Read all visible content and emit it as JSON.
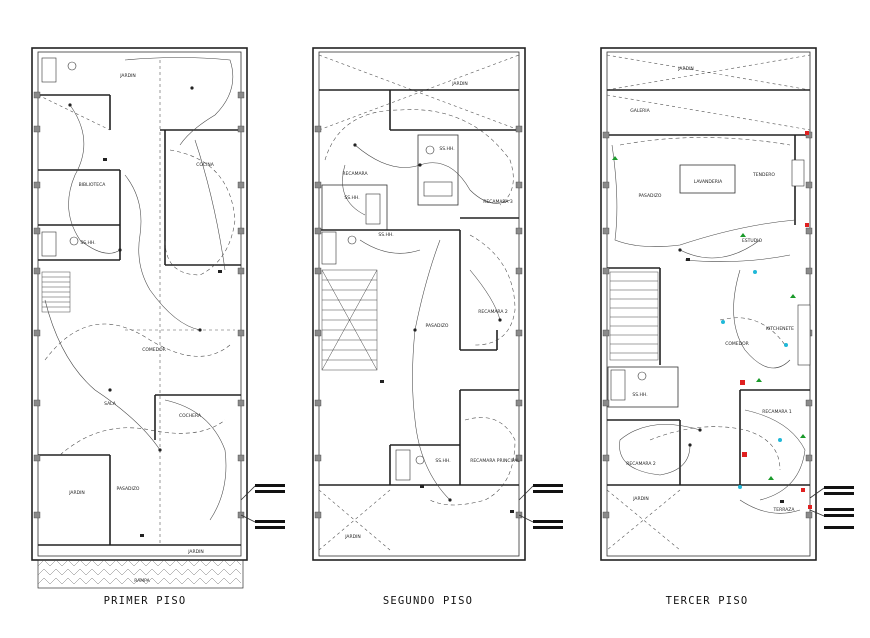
{
  "floors": [
    {
      "key": "primer",
      "title": "PRIMER PISO",
      "rooms": {
        "jardin_top": "JARDIN",
        "biblioteca": "BIBLIOTECA",
        "cocina": "COCINA",
        "sshh": "SS.HH.",
        "comedor": "COMEDOR",
        "sala": "SALA",
        "cochera": "COCHERA",
        "jardin_bottom": "JARDIN",
        "pasadizo": "PASADIZO",
        "jardin_front": "JARDIN",
        "rampa": "RAMPA"
      }
    },
    {
      "key": "segundo",
      "title": "SEGUNDO PISO",
      "rooms": {
        "jardin_top": "JARDIN",
        "sshh_a": "SS.HH.",
        "recamara_a": "RECAMARA",
        "sshh_b": "SS.HH.",
        "recamara_b": "RECAMARA 3",
        "sshh_c": "SS.HH.",
        "pasadizo": "PASADIZO",
        "recamara_c": "RECAMARA 2",
        "sshh_d": "SS.HH.",
        "recamara_principal": "RECAMARA PRINCIPAL",
        "jardin_bottom": "JARDIN"
      }
    },
    {
      "key": "tercer",
      "title": "TERCER PISO",
      "rooms": {
        "jardin_top": "JARDIN",
        "galeria": "GALERIA",
        "lavanderia": "LAVANDERIA",
        "tendero": "TENDERO",
        "pasadizo": "PASADIZO",
        "estudio": "ESTUDIO",
        "kitchenette": "KITCHENETE",
        "comedor": "COMEDOR",
        "sshh": "SS.HH.",
        "recamara_1": "RECAMARA 1",
        "recamara_2": "RECAMARA 2",
        "jardin_bottom": "JARDIN",
        "terraza": "TERRAZA"
      }
    }
  ],
  "colors": {
    "wall": "#222222",
    "column": "#8a8a8a",
    "circuit": "#444444",
    "marker_red": "#e02020",
    "marker_green": "#1a9a2a",
    "marker_cyan": "#20b8d8"
  }
}
